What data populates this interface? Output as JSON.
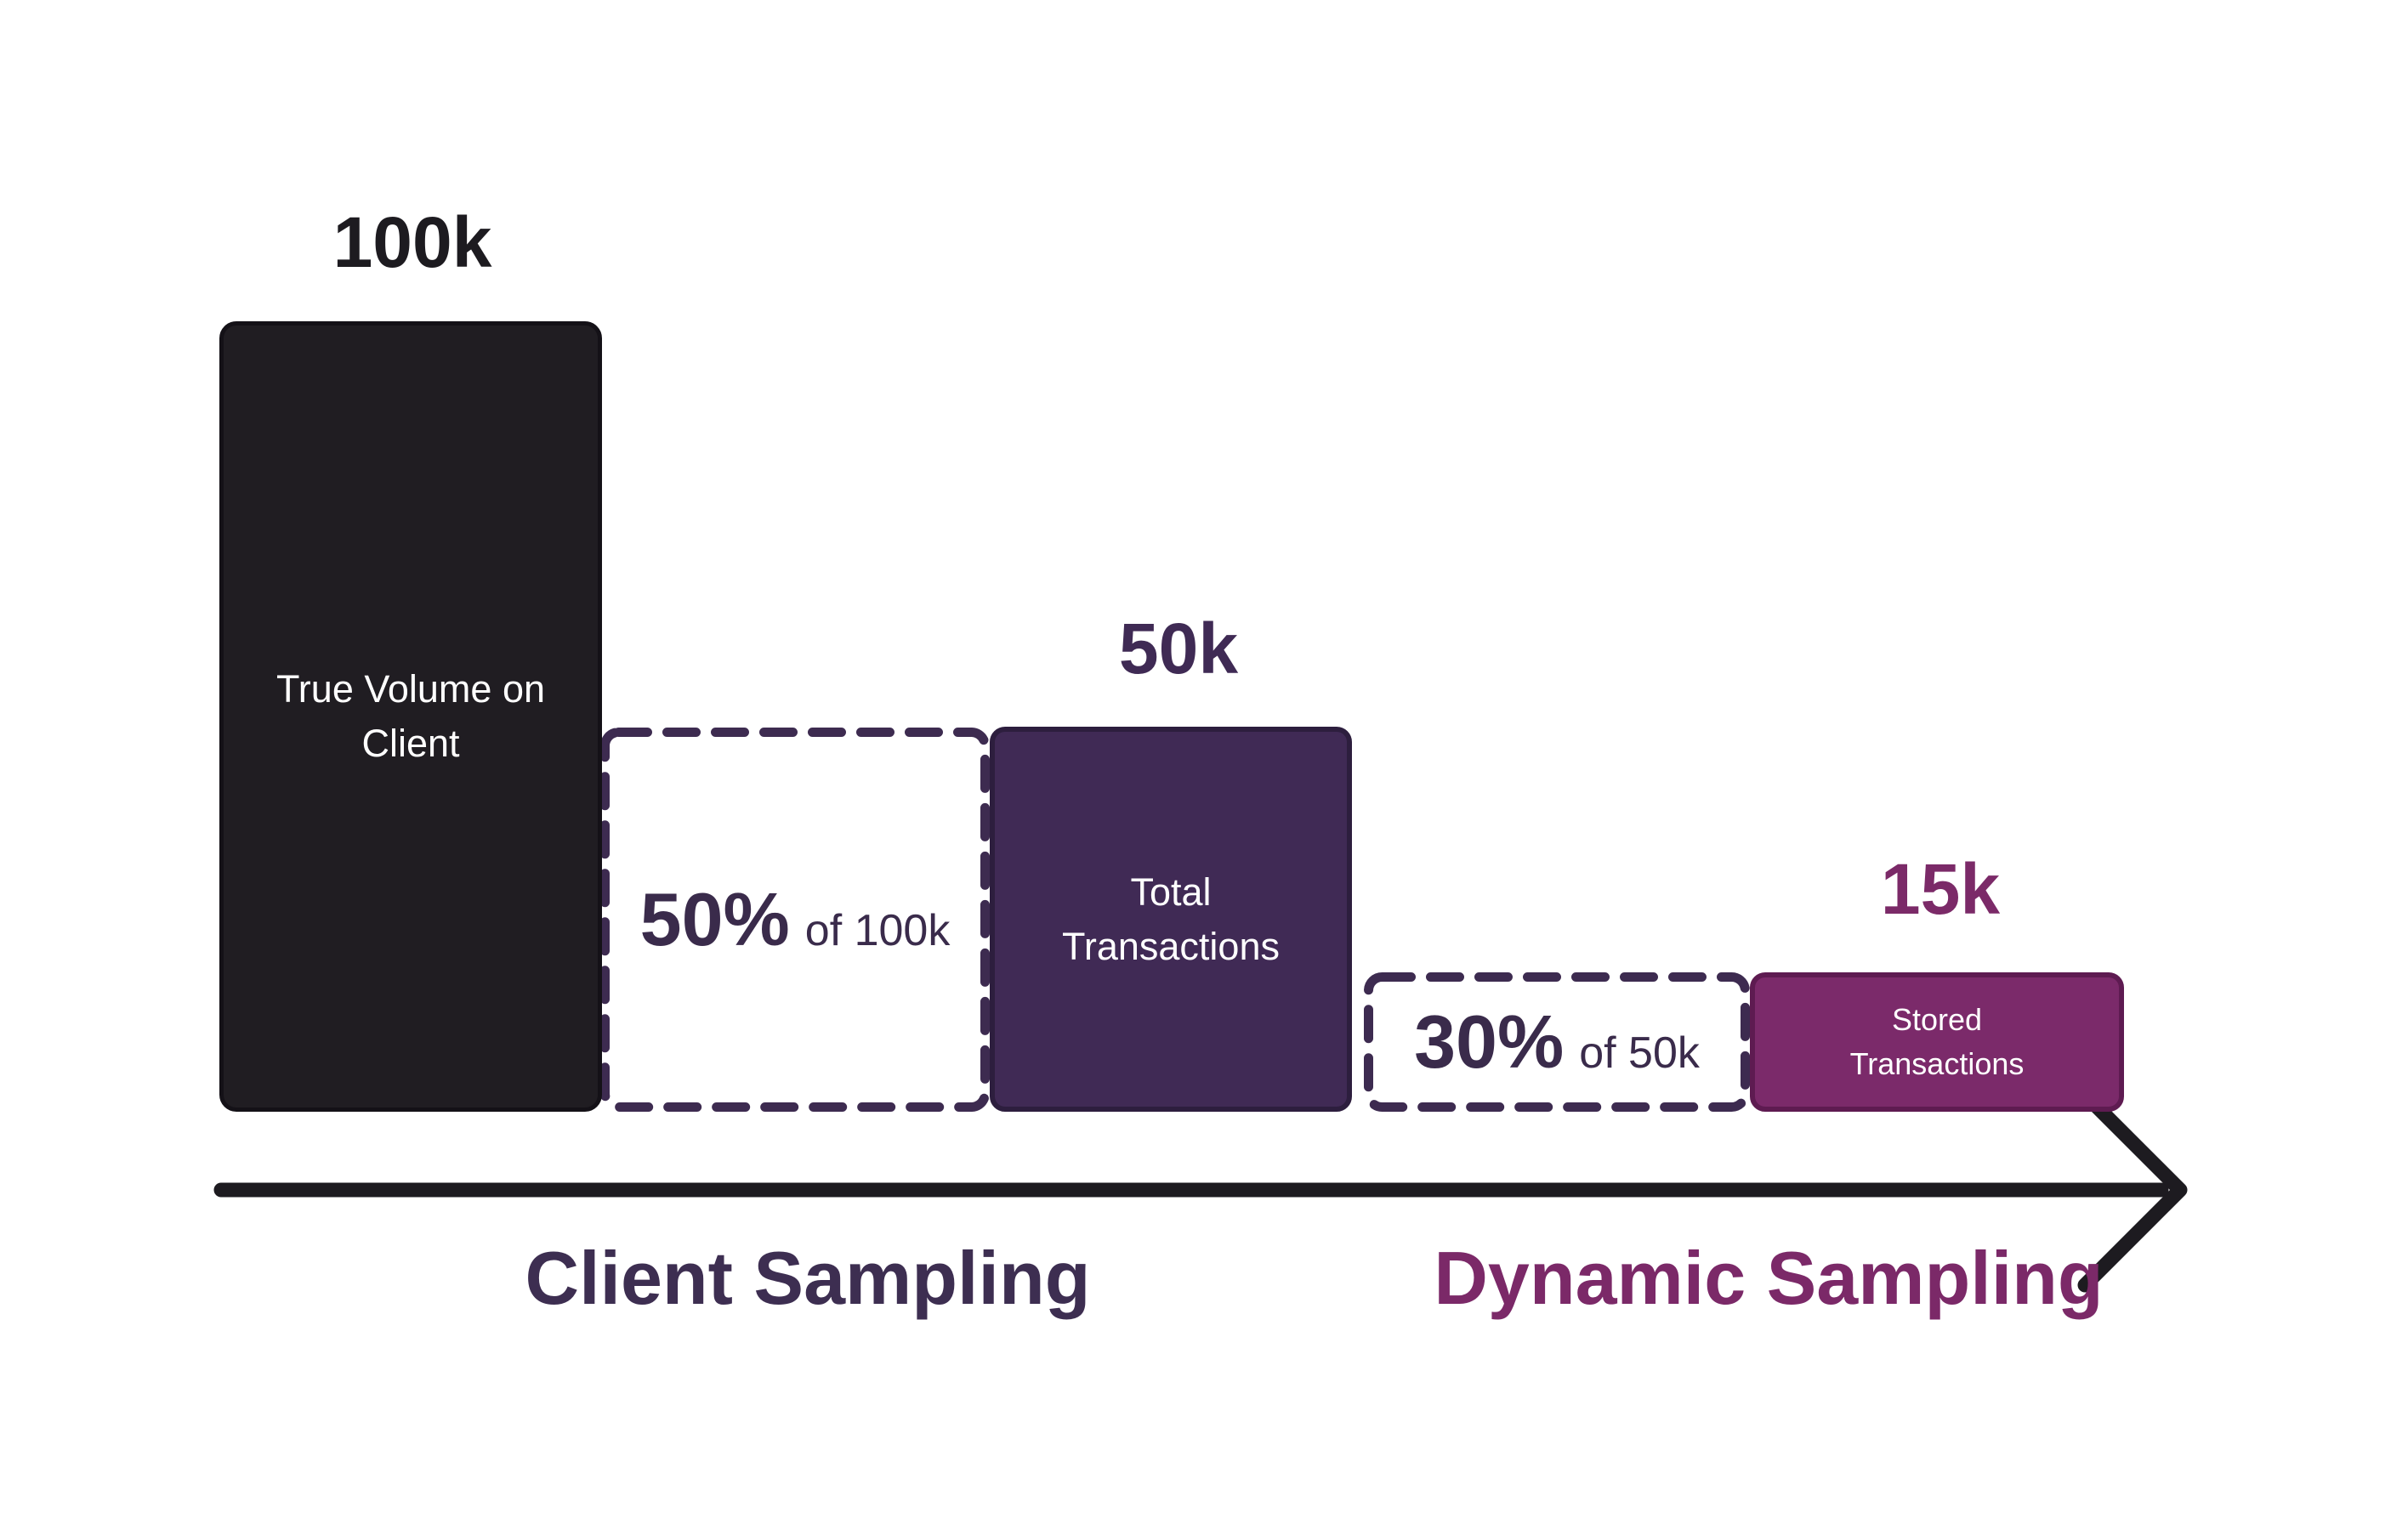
{
  "diagram": {
    "stages": [
      {
        "kind": "bar",
        "name": "true-volume-on-client",
        "value_label": "100k",
        "label_lines": [
          "True Volume on",
          "Client"
        ]
      },
      {
        "kind": "sampling-rate",
        "name": "client-sampling-rate",
        "percent": "50%",
        "of_text": "of 100k"
      },
      {
        "kind": "bar",
        "name": "total-transactions",
        "value_label": "50k",
        "label_lines": [
          "Total",
          "Transactions"
        ]
      },
      {
        "kind": "sampling-rate",
        "name": "dynamic-sampling-rate",
        "percent": "30%",
        "of_text": "of 50k"
      },
      {
        "kind": "bar",
        "name": "stored-transactions",
        "value_label": "15k",
        "label_lines": [
          "Stored",
          "Transactions"
        ]
      }
    ],
    "phases": [
      {
        "label": "Client Sampling",
        "color": "#3d2e51"
      },
      {
        "label": "Dynamic Sampling",
        "color": "#7b2968"
      }
    ]
  },
  "colors": {
    "background": "#ffffff",
    "ink_black": "#1d1b20",
    "black_bar_fill": "#201d22",
    "black_bar_border": "#141117",
    "purple_bar_fill": "#402a55",
    "purple_bar_border": "#2d1e3e",
    "magenta_bar_fill": "#7b2a6a",
    "magenta_bar_border": "#5e1b51",
    "dash_purple": "#3d2b50",
    "rate_text": "#3a2b4b",
    "white_text": "#ffffff"
  }
}
